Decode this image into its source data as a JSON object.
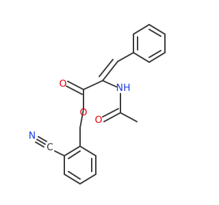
{
  "molecule": {
    "atoms": {
      "o_carbonyl": {
        "label": "O",
        "color": "#e8000b"
      },
      "o_ester": {
        "label": "O",
        "color": "#e8000b"
      },
      "o_amide": {
        "label": "O",
        "color": "#e8000b"
      },
      "n_amide": {
        "label": "NH",
        "color": "#1f3fe0"
      },
      "n_nitrile": {
        "label": "N",
        "color": "#1f3fe0"
      },
      "c_nitrile": {
        "label": "C",
        "color": "#3a3a3a"
      }
    },
    "bond_color": "#3a3a3a",
    "background": "#ffffff"
  }
}
